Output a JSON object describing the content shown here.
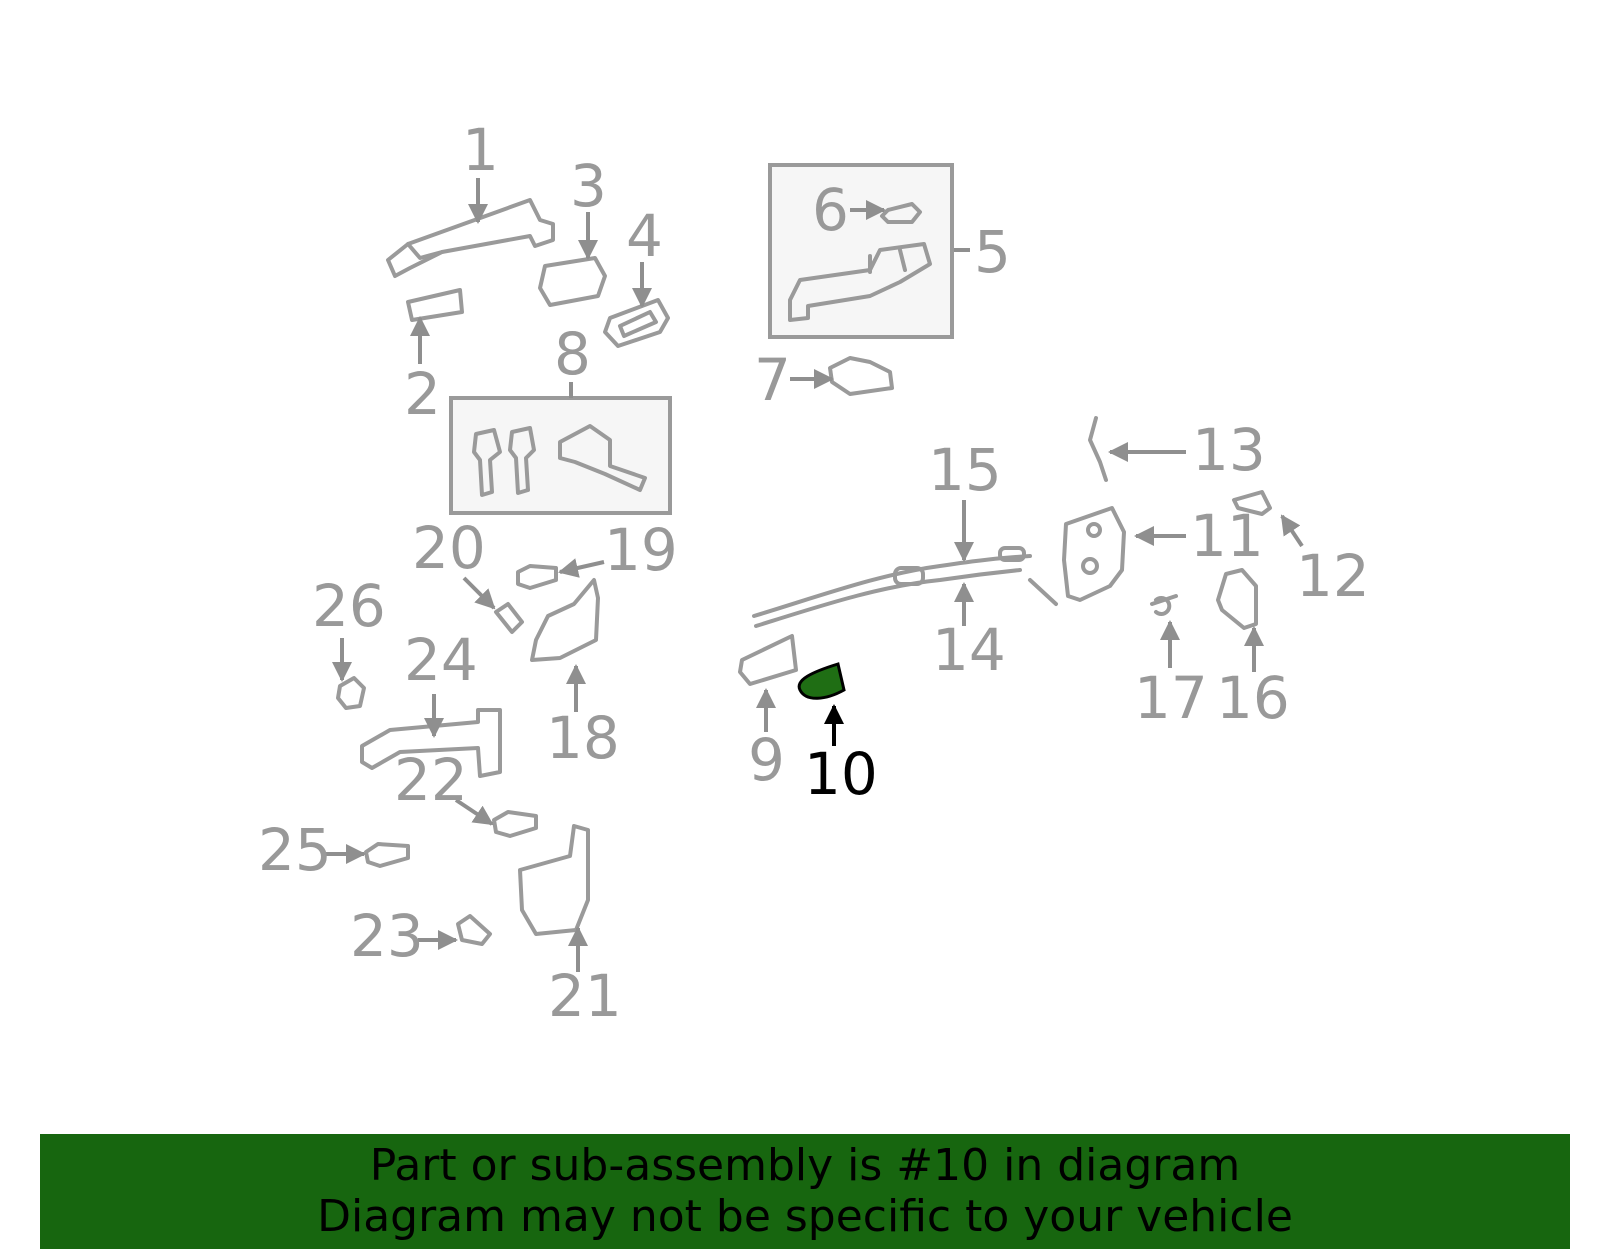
{
  "highlight_color": "#1f6e14",
  "banner_color": "#17660f",
  "labels": {
    "n1": "1",
    "n2": "2",
    "n3": "3",
    "n4": "4",
    "n5": "5",
    "n6": "6",
    "n7": "7",
    "n8": "8",
    "n9": "9",
    "n10": "10",
    "n11": "11",
    "n12": "12",
    "n13": "13",
    "n14": "14",
    "n15": "15",
    "n16": "16",
    "n17": "17",
    "n18": "18",
    "n19": "19",
    "n20": "20",
    "n21": "21",
    "n22": "22",
    "n23": "23",
    "n24": "24",
    "n25": "25",
    "n26": "26"
  },
  "highlighted_part": "10",
  "banner": {
    "line1": "Part or sub-assembly is #10 in diagram",
    "line2": "Diagram may not be specific to your vehicle"
  }
}
